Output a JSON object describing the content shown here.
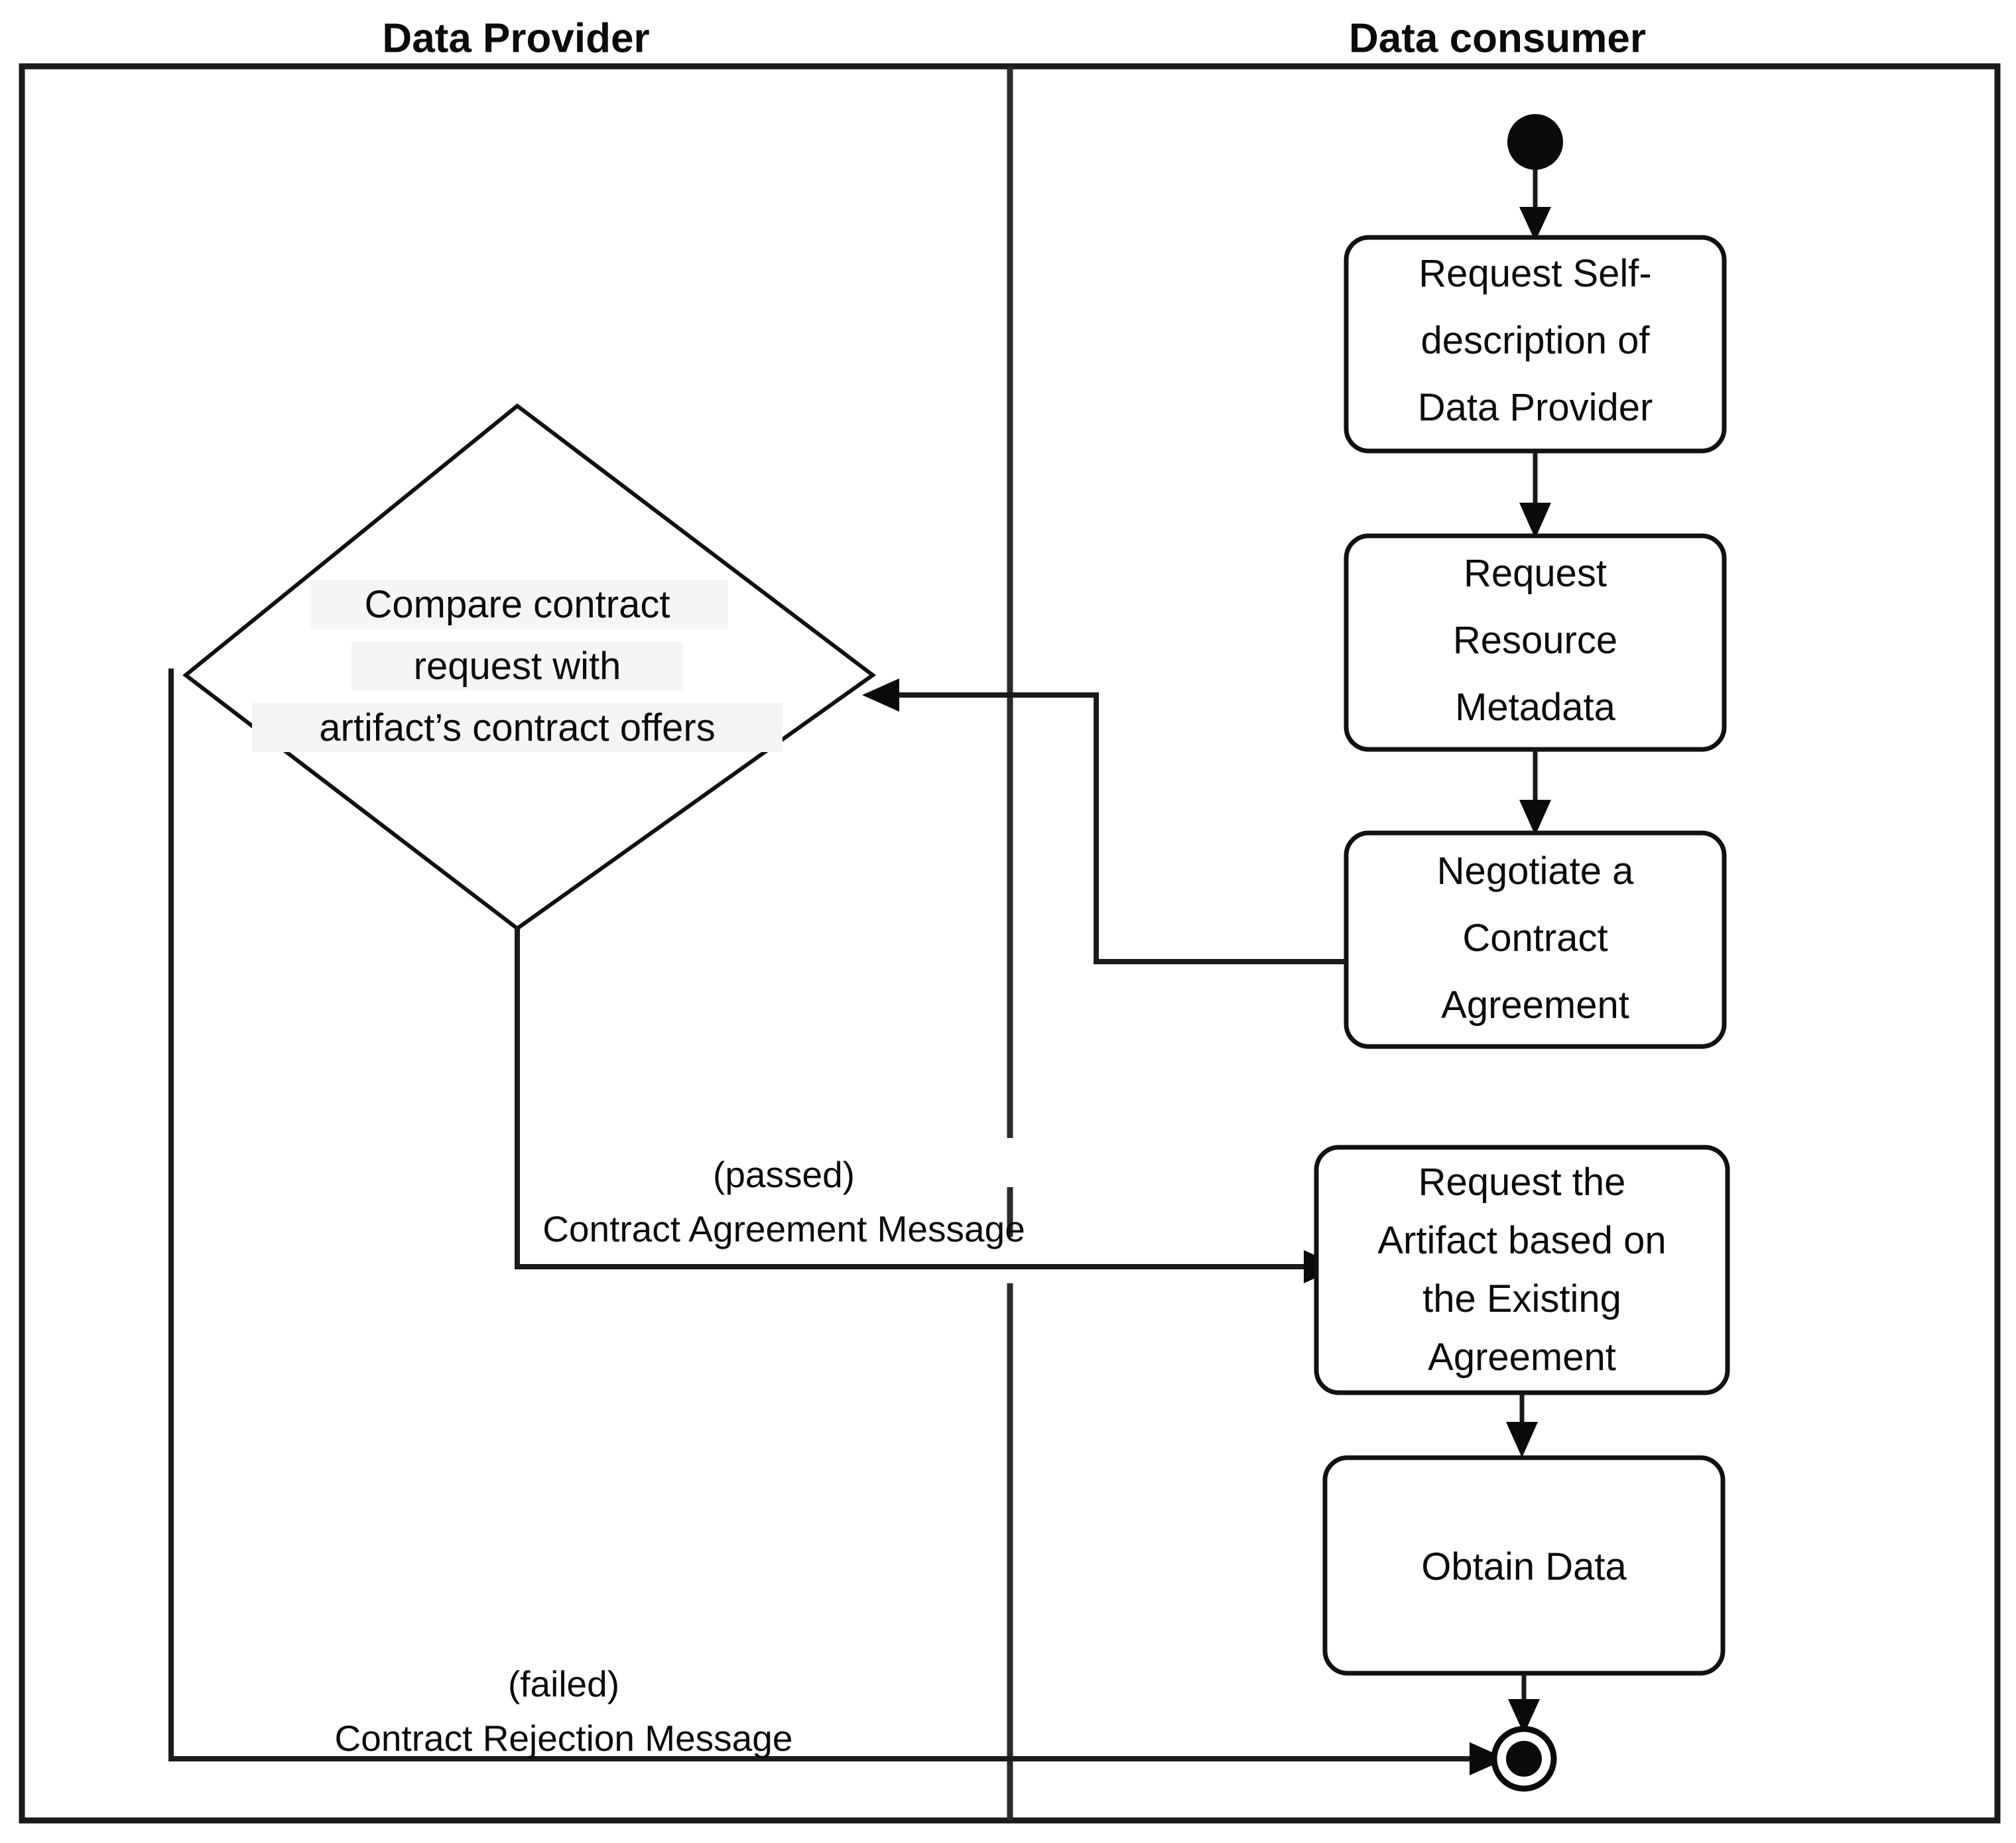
{
  "diagram": {
    "type": "uml-activity-diagram",
    "lanes": [
      {
        "id": "provider",
        "title": "Data Provider"
      },
      {
        "id": "consumer",
        "title": "Data consumer"
      }
    ],
    "nodes": {
      "start": {
        "kind": "initial-node",
        "lane": "consumer"
      },
      "request_self_description": {
        "kind": "action",
        "lane": "consumer",
        "lines": [
          "Request Self-",
          "description of",
          "Data Provider"
        ]
      },
      "request_resource_metadata": {
        "kind": "action",
        "lane": "consumer",
        "lines": [
          "Request",
          "Resource",
          "Metadata"
        ]
      },
      "negotiate_contract_agreement": {
        "kind": "action",
        "lane": "consumer",
        "lines": [
          "Negotiate a",
          "Contract",
          "Agreement"
        ]
      },
      "compare_contract": {
        "kind": "decision",
        "lane": "provider",
        "lines": [
          "Compare  contract",
          "request with",
          "artifact’s contract offers"
        ]
      },
      "request_artifact": {
        "kind": "action",
        "lane": "consumer",
        "lines": [
          "Request the",
          "Artifact based on",
          "the Existing",
          "Agreement"
        ]
      },
      "obtain_data": {
        "kind": "action",
        "lane": "consumer",
        "lines": [
          "Obtain Data"
        ]
      },
      "end": {
        "kind": "final-node",
        "lane": "consumer"
      }
    },
    "edges": [
      {
        "from": "start",
        "to": "request_self_description",
        "label_lines": []
      },
      {
        "from": "request_self_description",
        "to": "request_resource_metadata",
        "label_lines": []
      },
      {
        "from": "request_resource_metadata",
        "to": "negotiate_contract_agreement",
        "label_lines": []
      },
      {
        "from": "negotiate_contract_agreement",
        "to": "compare_contract",
        "label_lines": []
      },
      {
        "from": "compare_contract",
        "to": "request_artifact",
        "label_lines": [
          "(passed)",
          "Contract Agreement Message"
        ]
      },
      {
        "from": "compare_contract",
        "to": "end",
        "label_lines": [
          "(failed)",
          "Contract Rejection Message"
        ]
      },
      {
        "from": "request_artifact",
        "to": "obtain_data",
        "label_lines": []
      },
      {
        "from": "obtain_data",
        "to": "end",
        "label_lines": []
      }
    ],
    "labels": {
      "passed_condition": "(passed)",
      "passed_message": "Contract Agreement Message",
      "failed_condition": "(failed)",
      "failed_message": "Contract Rejection Message"
    },
    "colors": {
      "stroke": "#111111",
      "fill": "#ffffff",
      "text": "#0b0b0b",
      "text_highlight": "#f5f5f5",
      "background": "#ffffff"
    }
  }
}
